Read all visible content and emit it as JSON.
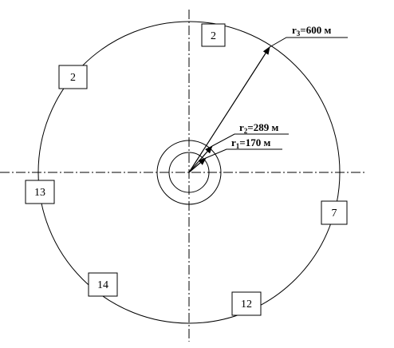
{
  "radii": [
    {
      "prefix": "r",
      "sub": "1",
      "value": "=170 м",
      "radius_m": 170
    },
    {
      "prefix": "r",
      "sub": "2",
      "value": "=289 м",
      "radius_m": 289
    },
    {
      "prefix": "r",
      "sub": "3",
      "value": "=600 м",
      "radius_m": 600
    }
  ],
  "sector_boxes": [
    {
      "id": "top",
      "label": "2"
    },
    {
      "id": "upper-left",
      "label": "2"
    },
    {
      "id": "left",
      "label": "13"
    },
    {
      "id": "right",
      "label": "7"
    },
    {
      "id": "lower-left",
      "label": "14"
    },
    {
      "id": "bottom",
      "label": "12"
    }
  ]
}
